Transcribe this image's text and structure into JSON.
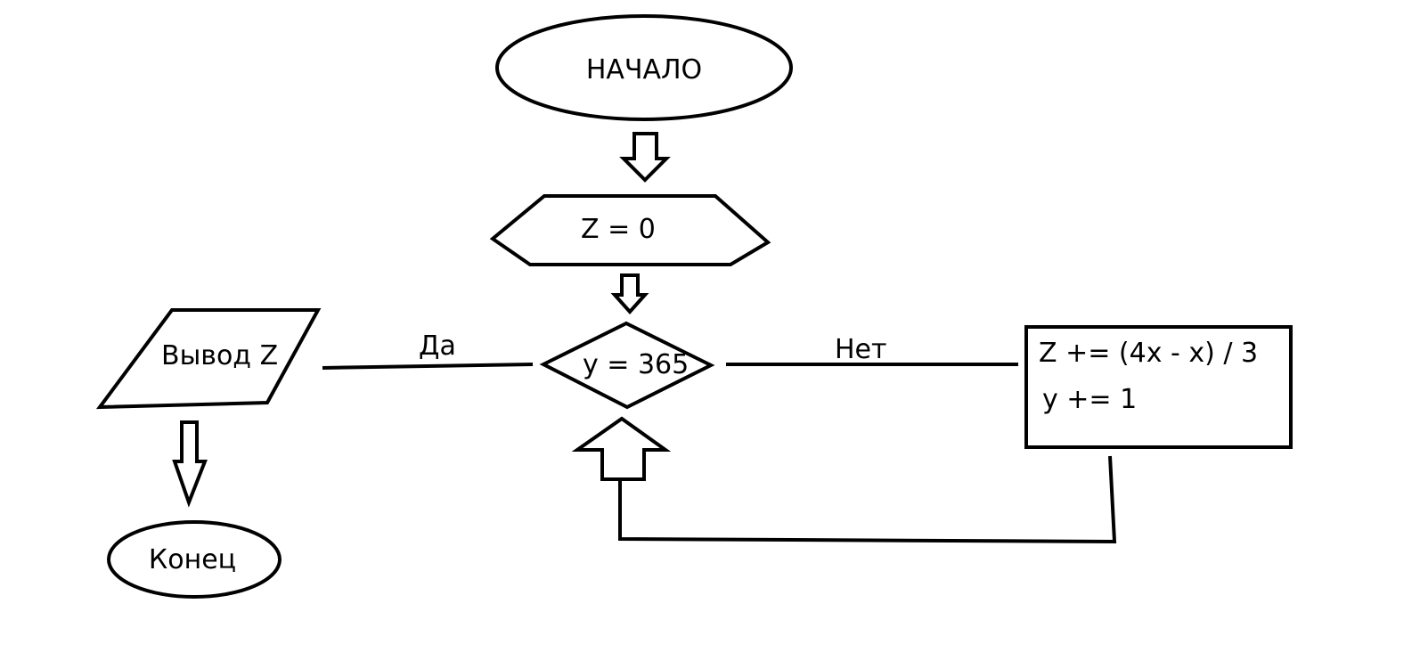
{
  "nodes": {
    "start": {
      "label": "НАЧАЛО"
    },
    "init": {
      "label": "Z = 0"
    },
    "condition": {
      "label": "y = 365"
    },
    "process": {
      "line1": "Z += (4x - x) / 3",
      "line2": "y += 1"
    },
    "output": {
      "label": "Вывод Z"
    },
    "end": {
      "label": "Конец"
    }
  },
  "edges": {
    "yes_label": "Да",
    "no_label": "Нет"
  },
  "colors": {
    "stroke": "#000000",
    "background": "#ffffff"
  }
}
